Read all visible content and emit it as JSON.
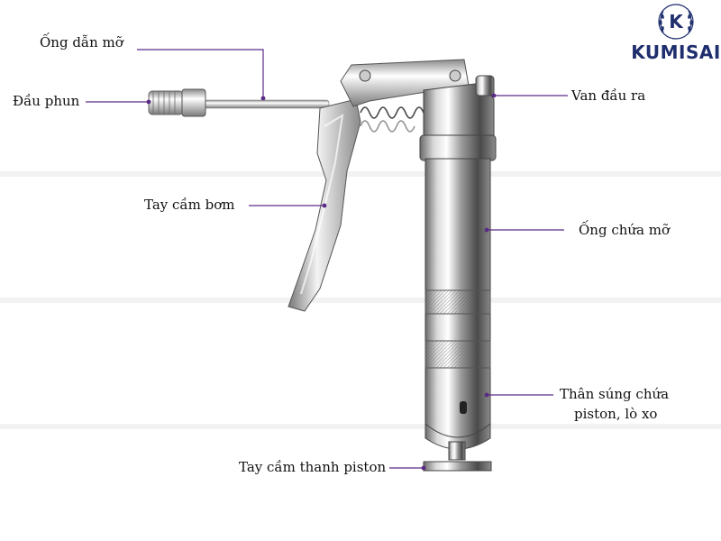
{
  "labels": {
    "ong_dan_mo": "Ống dẫn mỡ",
    "dau_phun": "Đầu phun",
    "tay_cam_bom": "Tay cầm bơm",
    "van_dau_ra": "Van đầu ra",
    "ong_chua_mo": "Ống chứa mỡ",
    "than_sung_line1": "Thân súng chứa",
    "than_sung_line2": "piston, lò xo",
    "tay_cam_piston": "Tay cầm thanh piston"
  },
  "brand": {
    "name": "KUMISAI",
    "monogram": "K",
    "color": "#1f2f6e"
  },
  "colors": {
    "leader": "#5b2a86",
    "metal_light": "#f2f2f2",
    "metal_dark": "#6f6f6f"
  }
}
